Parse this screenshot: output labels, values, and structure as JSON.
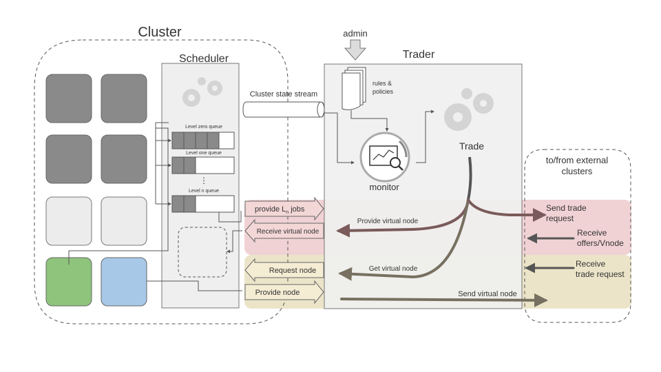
{
  "title_cluster": "Cluster",
  "scheduler": {
    "title": "Scheduler",
    "queue_labels": [
      "Level zero queue",
      "Level one  queue",
      "Level n  queue"
    ],
    "ellipsis": "⋮"
  },
  "trader": {
    "title": "Trader",
    "admin": "admin",
    "rules_line1": "rules &",
    "rules_line2": "policies",
    "monitor": "monitor",
    "trade": "Trade"
  },
  "stream_label": "Cluster state stream",
  "external": {
    "title_line1": "to/from external",
    "title_line2": "clusters"
  },
  "bands": {
    "pink": "#e8b4b8",
    "olive": "#e3d8b0"
  },
  "arrows": {
    "provide_ln_jobs_main": "provide L",
    "provide_ln_jobs_sub": "n",
    "provide_ln_jobs_tail": " jobs",
    "receive_virtual_node": "Receive virtual node",
    "request_node": "Request node",
    "provide_node": "Provide node",
    "provide_virtual_node": "Provide virtual node",
    "get_virtual_node": "Get virtual node",
    "send_virtual_node": "Send virtual node",
    "send_trade_request_line1": "Send trade",
    "send_trade_request_line2": "request",
    "receive_offers_line1": "Receive",
    "receive_offers_line2": "offers/Vnode",
    "receive_trade_request_line1": "Receive",
    "receive_trade_request_line2": "trade request"
  },
  "colors": {
    "node_dark": "#8a8a8a",
    "node_light": "#ececec",
    "node_green": "#8ec47c",
    "node_blue": "#a8c8e8",
    "panel": "#efefef",
    "arrow_dark": "#7a5a5a",
    "arrow_olive": "#777060"
  }
}
